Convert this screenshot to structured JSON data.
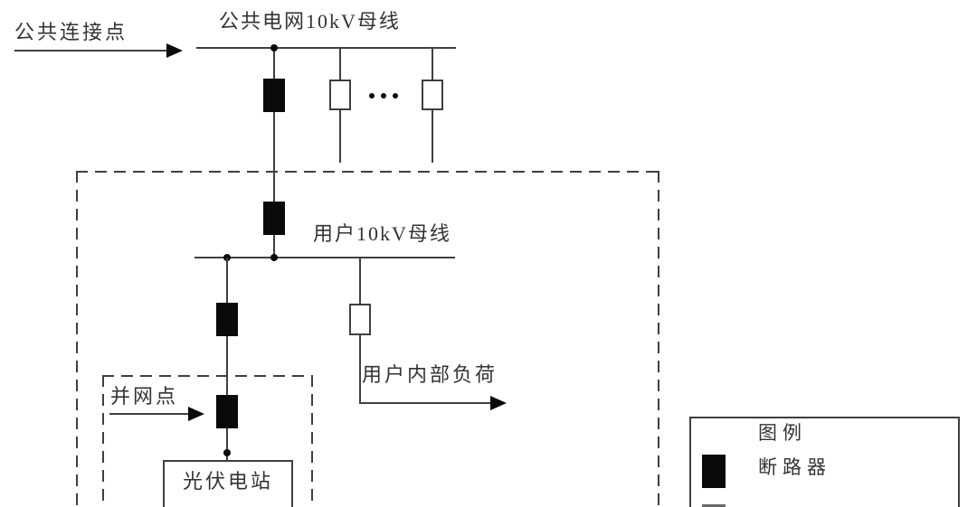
{
  "diagram": {
    "labels": {
      "pcc": "公共连接点",
      "public_bus": "公共电网10kV母线",
      "user_bus": "用户10kV母线",
      "internal_load": "用户内部负荷",
      "poc": "并网点",
      "pv_station": "光伏电站"
    },
    "legend": {
      "title": "图例",
      "items": [
        {
          "symbol": "circuit-breaker",
          "label": "断路器"
        }
      ]
    },
    "symbols": {
      "breaker": "black-filled-rectangle",
      "switch_or_feeder": "white-outline-rectangle",
      "junction": "black-dot",
      "ellipsis": "···"
    },
    "colors": {
      "line": "#3f3f3f",
      "breaker_fill": "#0a0a0a",
      "text": "#333333",
      "background": "#ffffff"
    }
  }
}
